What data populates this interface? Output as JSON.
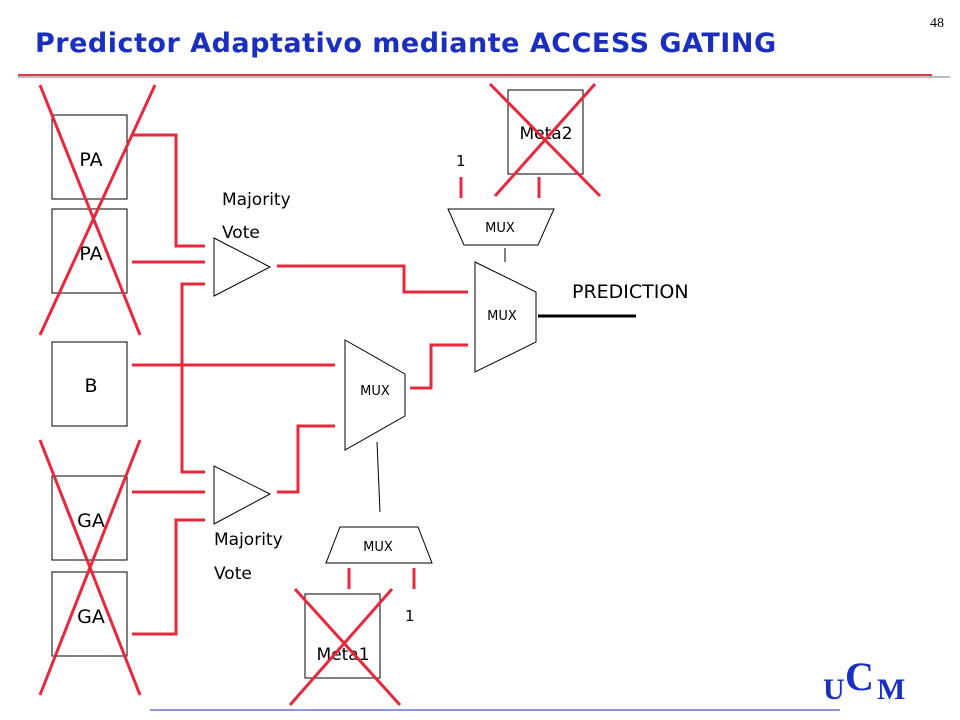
{
  "page_number": "48",
  "title": "Predictor Adaptativo mediante ACCESS GATING",
  "diagram": {
    "predictors": {
      "pa1": "PA",
      "pa2": "PA",
      "b": "B",
      "ga1": "GA",
      "ga2": "GA"
    },
    "meta2": "Meta2",
    "meta1": "Meta1",
    "mux_label": "MUX",
    "majority_vote_top": [
      "Majority",
      "Vote"
    ],
    "majority_vote_bottom": [
      "Majority",
      "Vote"
    ],
    "const_one_top": "1",
    "const_one_bottom": "1",
    "prediction": "PREDICTION"
  },
  "colors": {
    "title": "#1a2fbf",
    "wire": "#e8283c",
    "cross": "#e8283c",
    "logo": "#1a2fbf"
  },
  "logo": {
    "left": "U",
    "mid": "C",
    "right": "M"
  }
}
